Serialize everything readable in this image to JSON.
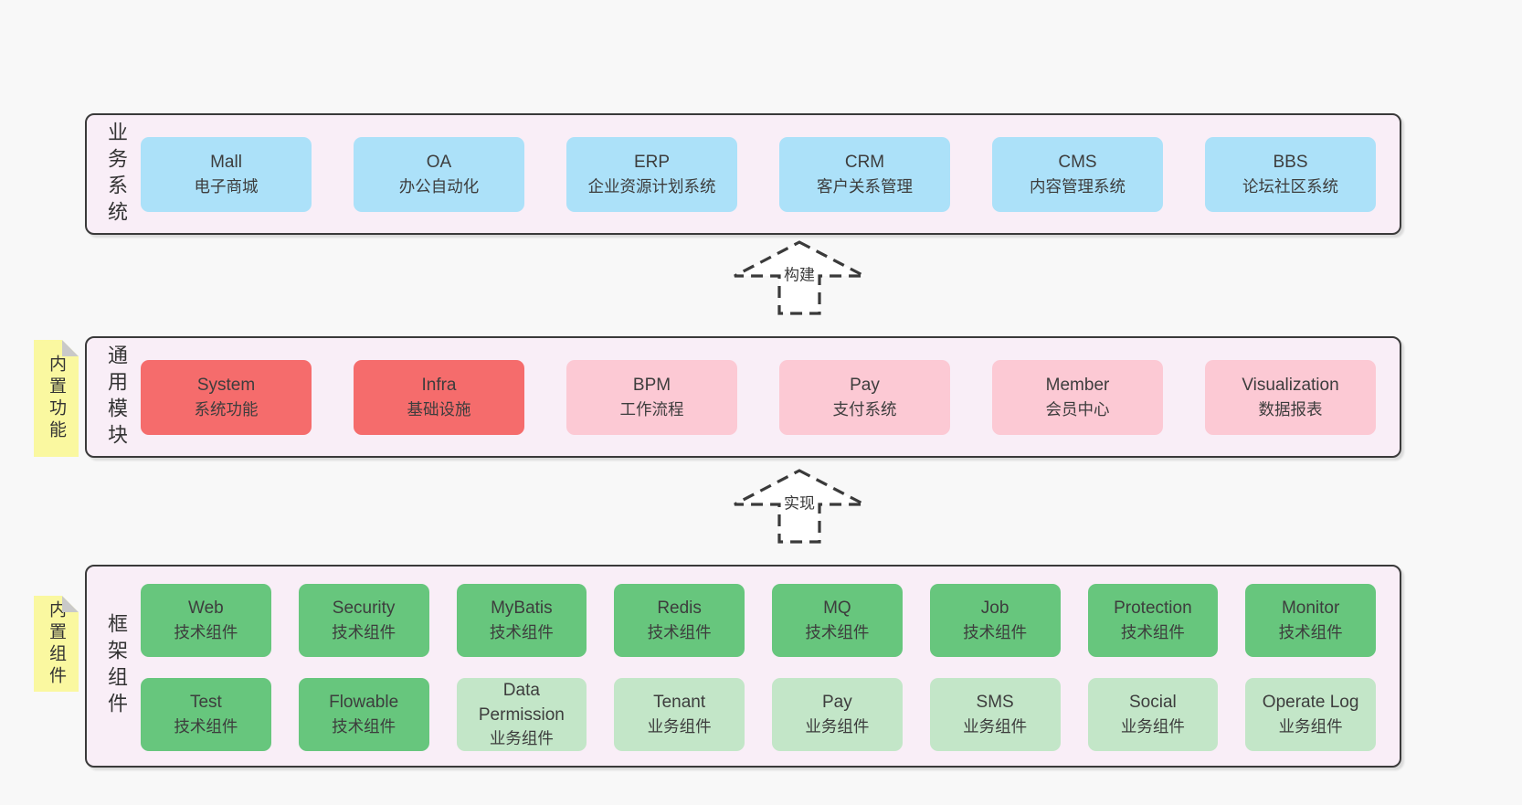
{
  "colors": {
    "page_background": "#f8f8f8",
    "layer_background": "#f9eef7",
    "layer_border": "#3a3a3a",
    "box_blue": "#ace1f9",
    "box_red": "#f56c6c",
    "box_pink": "#fcc9d4",
    "box_green": "#67c67d",
    "box_lightgreen": "#c3e6c8",
    "sticky_yellow": "#faf8a0",
    "sticky_fold_gray": "#c9c9c9",
    "text": "#3d3d3d"
  },
  "arrows": [
    {
      "label": "构建"
    },
    {
      "label": "实现"
    }
  ],
  "layers": [
    {
      "label": "业务系统",
      "rows": [
        [
          {
            "title": "Mall",
            "subtitle": "电子商城",
            "variant": "blue"
          },
          {
            "title": "OA",
            "subtitle": "办公自动化",
            "variant": "blue"
          },
          {
            "title": "ERP",
            "subtitle": "企业资源计划系统",
            "variant": "blue"
          },
          {
            "title": "CRM",
            "subtitle": "客户关系管理",
            "variant": "blue"
          },
          {
            "title": "CMS",
            "subtitle": "内容管理系统",
            "variant": "blue"
          },
          {
            "title": "BBS",
            "subtitle": "论坛社区系统",
            "variant": "blue"
          }
        ]
      ]
    },
    {
      "label": "通用模块",
      "note": "内置功能",
      "rows": [
        [
          {
            "title": "System",
            "subtitle": "系统功能",
            "variant": "red"
          },
          {
            "title": "Infra",
            "subtitle": "基础设施",
            "variant": "red"
          },
          {
            "title": "BPM",
            "subtitle": "工作流程",
            "variant": "pink"
          },
          {
            "title": "Pay",
            "subtitle": "支付系统",
            "variant": "pink"
          },
          {
            "title": "Member",
            "subtitle": "会员中心",
            "variant": "pink"
          },
          {
            "title": "Visualization",
            "subtitle": "数据报表",
            "variant": "pink"
          }
        ]
      ]
    },
    {
      "label": "框架组件",
      "note": "内置组件",
      "rows": [
        [
          {
            "title": "Web",
            "subtitle": "技术组件",
            "variant": "green"
          },
          {
            "title": "Security",
            "subtitle": "技术组件",
            "variant": "green"
          },
          {
            "title": "MyBatis",
            "subtitle": "技术组件",
            "variant": "green"
          },
          {
            "title": "Redis",
            "subtitle": "技术组件",
            "variant": "green"
          },
          {
            "title": "MQ",
            "subtitle": "技术组件",
            "variant": "green"
          },
          {
            "title": "Job",
            "subtitle": "技术组件",
            "variant": "green"
          },
          {
            "title": "Protection",
            "subtitle": "技术组件",
            "variant": "green"
          },
          {
            "title": "Monitor",
            "subtitle": "技术组件",
            "variant": "green"
          }
        ],
        [
          {
            "title": "Test",
            "subtitle": "技术组件",
            "variant": "green"
          },
          {
            "title": "Flowable",
            "subtitle": "技术组件",
            "variant": "green"
          },
          {
            "title": "Data Permission",
            "subtitle": "业务组件",
            "variant": "lightgreen"
          },
          {
            "title": "Tenant",
            "subtitle": "业务组件",
            "variant": "lightgreen"
          },
          {
            "title": "Pay",
            "subtitle": "业务组件",
            "variant": "lightgreen"
          },
          {
            "title": "SMS",
            "subtitle": "业务组件",
            "variant": "lightgreen"
          },
          {
            "title": "Social",
            "subtitle": "业务组件",
            "variant": "lightgreen"
          },
          {
            "title": "Operate Log",
            "subtitle": "业务组件",
            "variant": "lightgreen"
          }
        ]
      ]
    }
  ]
}
